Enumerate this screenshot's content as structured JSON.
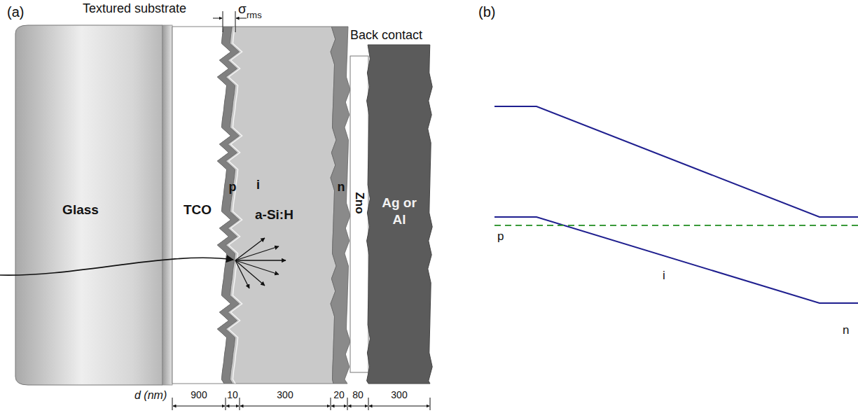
{
  "diagram": {
    "nodes": [
      {
        "text": [
          "Glass"
        ]
      },
      {
        "text": [
          "TCO"
        ]
      },
      {
        "text": [
          "p"
        ]
      },
      {
        "text": [
          "i",
          "a-Si:H"
        ]
      },
      {
        "text": [
          "n"
        ]
      },
      {
        "text": [
          "Zno"
        ]
      },
      {
        "text": [
          "Ag or Al"
        ]
      }
    ],
    "labels": [
      "(a)",
      "(b)",
      "Textured substrate",
      "σ",
      "rms",
      "Back contact",
      "d (nm)",
      "900",
      "10",
      "300",
      "20",
      "80",
      "300",
      "p",
      "i",
      "n"
    ]
  }
}
